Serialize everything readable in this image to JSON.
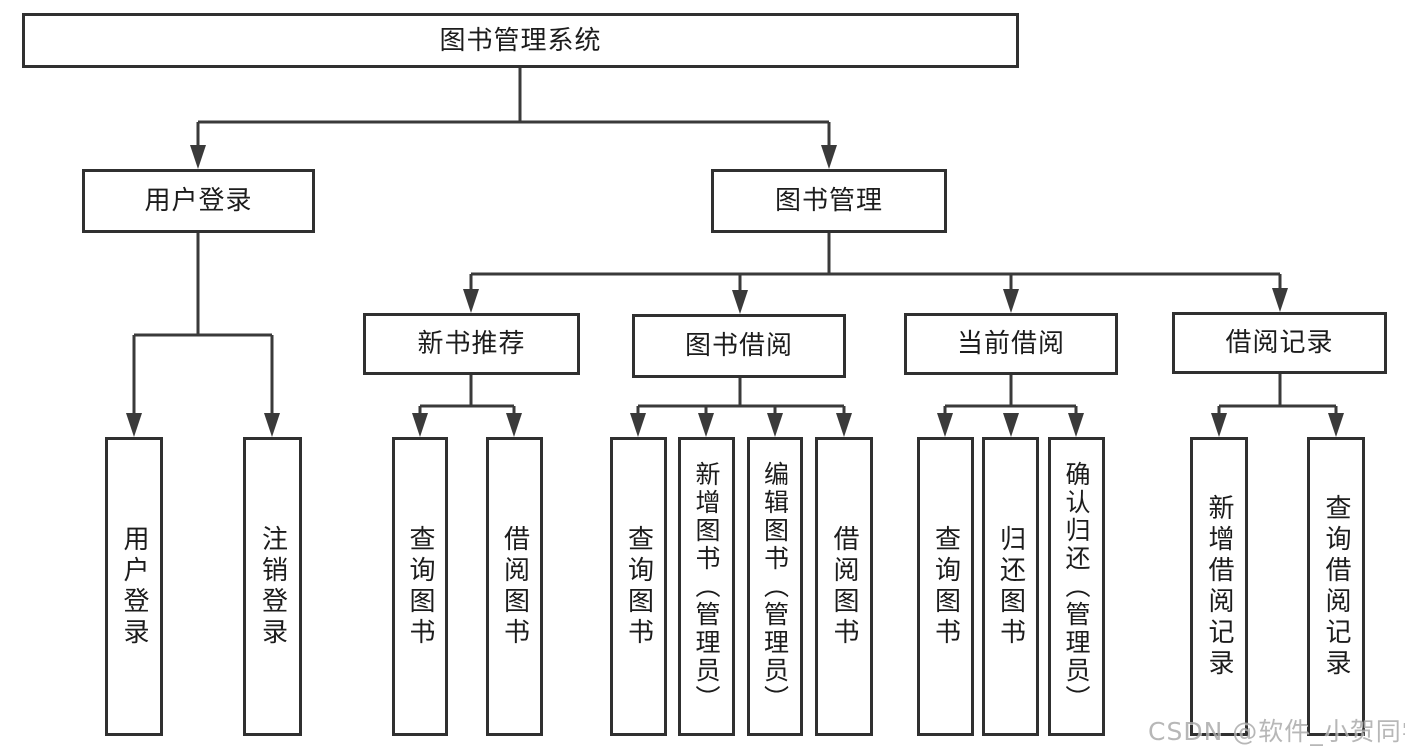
{
  "diagram": {
    "root": {
      "label": "图书管理系统"
    },
    "level2": [
      {
        "label": "用户登录"
      },
      {
        "label": "图书管理"
      }
    ],
    "level3": [
      {
        "label": "新书推荐"
      },
      {
        "label": "图书借阅"
      },
      {
        "label": "当前借阅"
      },
      {
        "label": "借阅记录"
      }
    ],
    "leaves": {
      "user_login": [
        {
          "label": "用户登录"
        },
        {
          "label": "注销登录"
        }
      ],
      "new_book_recommend": [
        {
          "label": "查询图书"
        },
        {
          "label": "借阅图书"
        }
      ],
      "book_borrow": [
        {
          "label": "查询图书"
        },
        {
          "label": "新增图书（管理员）"
        },
        {
          "label": "编辑图书（管理员）"
        },
        {
          "label": "借阅图书"
        }
      ],
      "current_borrow": [
        {
          "label": "查询图书"
        },
        {
          "label": "归还图书"
        },
        {
          "label": "确认归还（管理员）"
        }
      ],
      "borrow_records": [
        {
          "label": "新增借阅记录"
        },
        {
          "label": "查询借阅记录"
        }
      ]
    }
  },
  "watermark": {
    "text": "CSDN @软件_小贺同学"
  },
  "colors": {
    "background": "#ffffff",
    "box_border": "#303030",
    "line": "#3a3a3a",
    "text": "#1c1c1c",
    "watermark": "#ababab"
  }
}
